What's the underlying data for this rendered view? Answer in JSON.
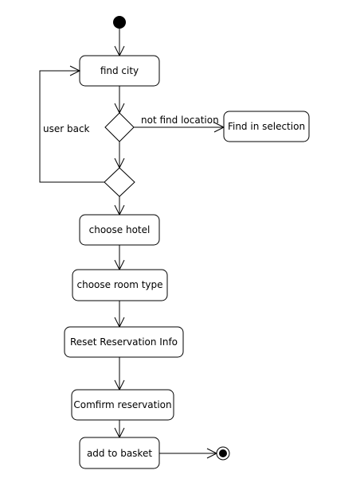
{
  "diagram": {
    "type": "uml-activity",
    "nodes": {
      "find_city": "find city",
      "find_in_selection": "Find in selection",
      "choose_hotel": "choose hotel",
      "choose_room_type": "choose room type",
      "reset_reservation_info": "Reset Reservation Info",
      "confirm_reservation": "Comfirm reservation",
      "add_to_basket": "add to basket"
    },
    "edge_labels": {
      "not_find_location": "not find location",
      "user_back": "user back"
    },
    "edges": [
      [
        "initial",
        "find_city"
      ],
      [
        "find_city",
        "decision"
      ],
      [
        "decision",
        "find_in_selection",
        "not_find_location"
      ],
      [
        "decision",
        "merge"
      ],
      [
        "merge",
        "find_city",
        "user_back"
      ],
      [
        "merge",
        "choose_hotel"
      ],
      [
        "choose_hotel",
        "choose_room_type"
      ],
      [
        "choose_room_type",
        "reset_reservation_info"
      ],
      [
        "reset_reservation_info",
        "confirm_reservation"
      ],
      [
        "confirm_reservation",
        "add_to_basket"
      ],
      [
        "add_to_basket",
        "final"
      ]
    ]
  }
}
